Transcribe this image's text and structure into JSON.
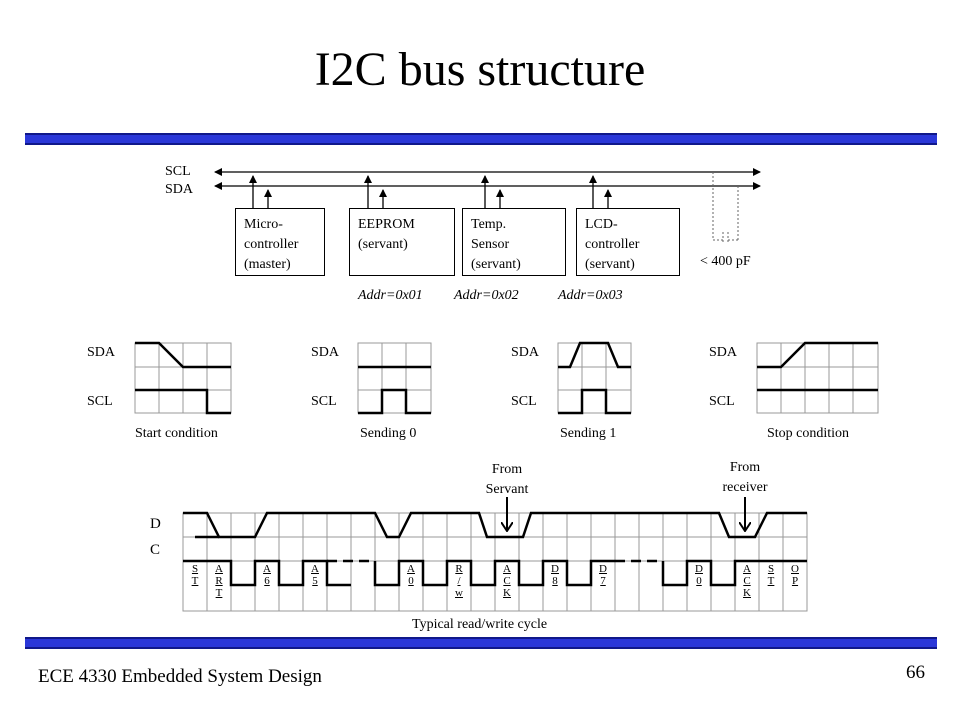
{
  "slide": {
    "title": "I2C bus structure",
    "footer": "ECE 4330 Embedded System Design",
    "page_number": "66",
    "accent_color": "#2a37d8"
  },
  "bus": {
    "scl_label": "SCL",
    "sda_label": "SDA",
    "devices": [
      {
        "lines": [
          "Micro-",
          "controller",
          "(master)"
        ]
      },
      {
        "lines": [
          "EEPROM",
          "(servant)"
        ]
      },
      {
        "lines": [
          "Temp.",
          "Sensor",
          "(servant)"
        ]
      },
      {
        "lines": [
          "LCD-",
          "controller",
          "(servant)"
        ]
      }
    ],
    "capacitance": "< 400 pF",
    "addresses": [
      "Addr=0x01",
      "Addr=0x02",
      "Addr=0x03"
    ]
  },
  "conditions": [
    {
      "sda": "SDA",
      "scl": "SCL",
      "caption": "Start condition"
    },
    {
      "sda": "SDA",
      "scl": "SCL",
      "caption": "Sending 0"
    },
    {
      "sda": "SDA",
      "scl": "SCL",
      "caption": "Sending 1"
    },
    {
      "sda": "SDA",
      "scl": "SCL",
      "caption": "Stop condition"
    }
  ],
  "cycle": {
    "d_label": "D",
    "c_label": "C",
    "from_servant": [
      "From",
      "Servant"
    ],
    "from_receiver": [
      "From",
      "receiver"
    ],
    "caption": "Typical read/write cycle",
    "segments": [
      {
        "lines": [
          "S",
          "T"
        ]
      },
      {
        "lines": [
          "A",
          "R",
          "T"
        ]
      },
      {
        "lines": [
          "A",
          "6"
        ]
      },
      {
        "lines": [
          "A",
          "5"
        ]
      },
      {
        "lines": [
          "A",
          "0"
        ]
      },
      {
        "lines": [
          "R",
          "/",
          "w"
        ]
      },
      {
        "lines": [
          "A",
          "C",
          "K"
        ]
      },
      {
        "lines": [
          "D",
          "8"
        ]
      },
      {
        "lines": [
          "D",
          "7"
        ]
      },
      {
        "lines": [
          "D",
          "0"
        ]
      },
      {
        "lines": [
          "A",
          "C",
          "K"
        ]
      },
      {
        "lines": [
          "S",
          "T"
        ]
      },
      {
        "lines": [
          "O",
          "P"
        ]
      }
    ]
  }
}
